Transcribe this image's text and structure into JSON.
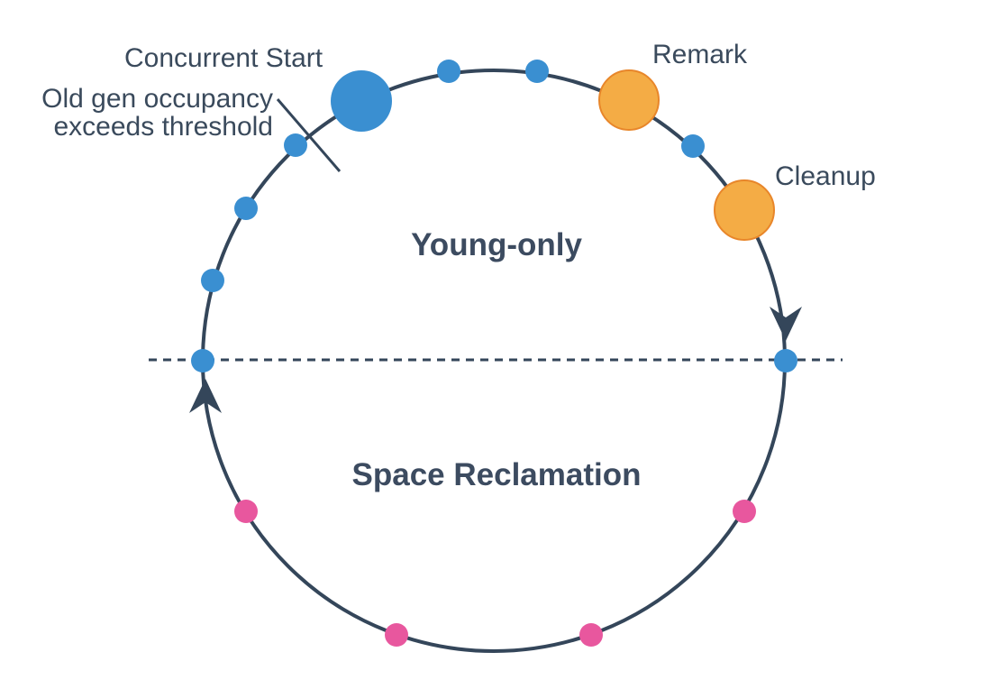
{
  "labels": {
    "concurrent_start": "Concurrent Start",
    "old_gen_line1": "Old gen occupancy",
    "old_gen_line2": "exceeds threshold",
    "remark": "Remark",
    "cleanup": "Cleanup",
    "young_only": "Young-only",
    "space_reclamation": "Space Reclamation"
  },
  "colors": {
    "ring": "#34465a",
    "young_pause": "#3a8fd1",
    "major_pause": "#f4ac45",
    "major_pause_stroke": "#e8862a",
    "mixed_pause": "#e8579e",
    "text": "#3a4a5c"
  }
}
